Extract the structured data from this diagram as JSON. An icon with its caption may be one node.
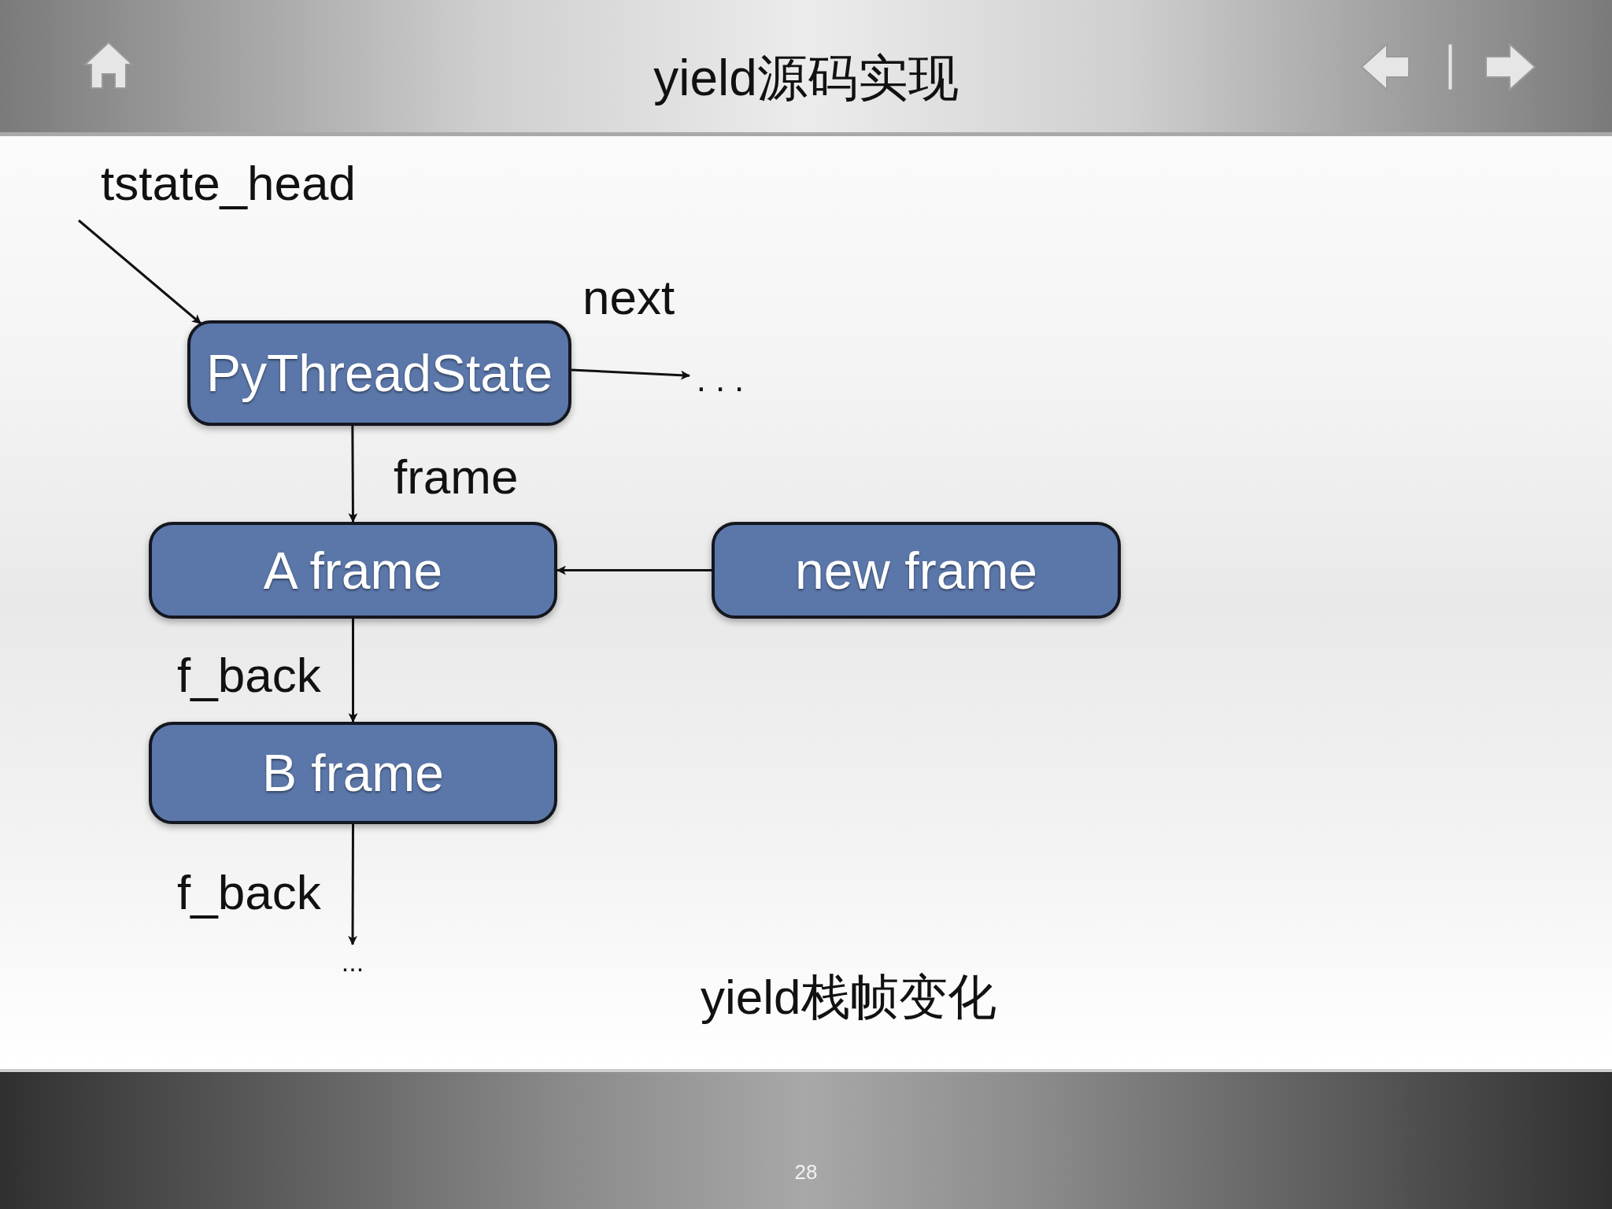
{
  "diagram": {
    "title": "yield源码实现",
    "caption": "yield栈帧变化",
    "nodes": [
      {
        "text": [
          "tstate_head"
        ]
      },
      {
        "text": [
          "PyThreadState"
        ]
      },
      {
        "text": [
          "..."
        ]
      },
      {
        "text": [
          "A frame"
        ]
      },
      {
        "text": [
          "new frame"
        ]
      },
      {
        "text": [
          "B frame"
        ]
      },
      {
        "text": [
          "..."
        ]
      }
    ],
    "edges": [
      {
        "from": 0,
        "to": 1,
        "arrow": "to"
      },
      {
        "from": 1,
        "to": 2,
        "arrow": "to",
        "label": "next"
      },
      {
        "from": 1,
        "to": 3,
        "arrow": "to",
        "label": "frame"
      },
      {
        "from": 4,
        "to": 3,
        "arrow": "to"
      },
      {
        "from": 3,
        "to": 5,
        "arrow": "to",
        "label": "f_back"
      },
      {
        "from": 5,
        "to": 6,
        "arrow": "to",
        "label": "f_back"
      }
    ],
    "labels": [
      "28"
    ]
  }
}
